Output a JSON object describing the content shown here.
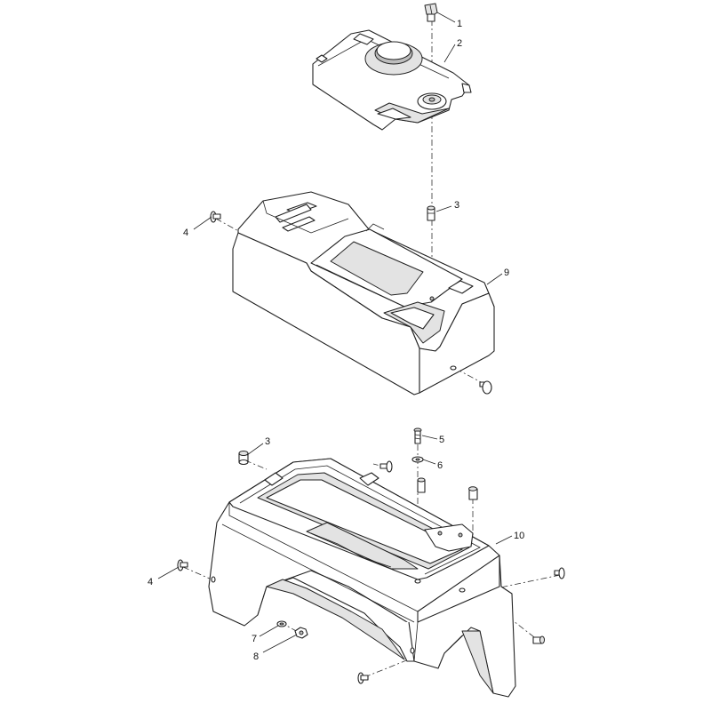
{
  "callouts": {
    "c1": "1",
    "c2": "2",
    "c3_top": "3",
    "c4_top": "4",
    "c9": "9",
    "c3_bottom": "3",
    "c5": "5",
    "c6": "6",
    "c10": "10",
    "c4_bottom": "4",
    "c7": "7",
    "c8": "8"
  }
}
